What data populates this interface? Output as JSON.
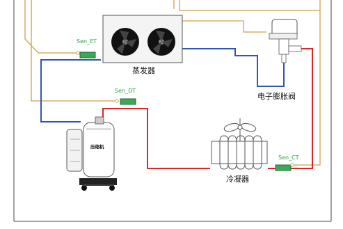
{
  "colors": {
    "sensor_wire": "#c9a14a",
    "suction_line": "#2f55b8",
    "discharge_line": "#d8262b",
    "sensor_body": "#3aaa5a",
    "frame": "#444444",
    "sensor_text": "#2f9e4a"
  },
  "components": {
    "evaporator": {
      "label": "蒸发器",
      "icons": [
        "fan-icon",
        "fan-icon"
      ]
    },
    "eev": {
      "label": "电子膨胀阀",
      "icon": "expansion-valve-icon"
    },
    "compressor": {
      "label": "压缩机",
      "icon": "compressor-icon"
    },
    "condenser": {
      "label": "冷凝器",
      "icons": [
        "condenser-coil-icon",
        "fan-icon"
      ]
    }
  },
  "sensors": {
    "et": "Sen_ET",
    "dt": "Sen_DT",
    "ct": "Sen_CT"
  }
}
